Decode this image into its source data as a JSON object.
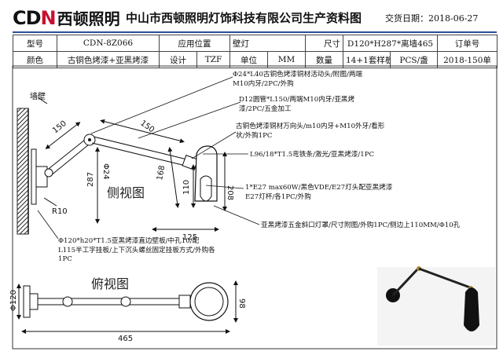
{
  "header": {
    "logo_mark_a": "CD",
    "logo_mark_n": "N",
    "logo_cn": "西顿照明",
    "company": "中山市西顿照明灯饰科技有限公司生产资料图",
    "date_label": "交货日期：2018-06-27"
  },
  "spec": {
    "r1": [
      "型号",
      "CDN-8Z066",
      "应用位置",
      "壁灯",
      "尺寸",
      "D120*H287*离墙465",
      "订单号"
    ],
    "r2": [
      "颜色",
      "古铜色烤漆+亚黑烤漆",
      "设计",
      "TZF",
      "单位",
      "MM",
      "数量",
      "14+1套样板",
      "PCS/盏",
      "2018-150单"
    ]
  },
  "labels": {
    "wall": "墙壁",
    "side_view": "侧视图",
    "top_view": "俯视图"
  },
  "dims": {
    "d150a": "150",
    "d150b": "150",
    "phi24": "Φ24",
    "d287": "287",
    "d168": "168",
    "d110": "110",
    "d208": "208",
    "d125": "125",
    "r10": "R10",
    "phi120": "Φ120",
    "d98": "98",
    "d465": "465"
  },
  "notes": {
    "n1": "Φ24*L40古铜色烤漆铜材活动头/附图/两端M10内牙/2PC/外购",
    "n2": "D12圆管*L150/两端M10内牙/亚黑烤漆/2PC/五金加工",
    "n3": "古铜色烤漆铜材万向头/m10内牙+M10外牙/看形状/外购1PC",
    "n4": "L96/18*T1.5弯铁条/激光/亚黑烤漆/1PC",
    "n5": "1*E27 max60W/黑色VDE/E27灯头配亚黑烤漆E27灯杯/各1PC/外购",
    "n6": "亚黑烤漆五金斜口灯罩/尺寸附图/外购1PC/侧边上110MM/Φ10孔",
    "n7": "Φ120*h20*T1.5亚黑烤漆直边壁板/中孔10/配L115半工字挂板/上下沉头螺丝固定挂板方式/外购各1PC"
  }
}
